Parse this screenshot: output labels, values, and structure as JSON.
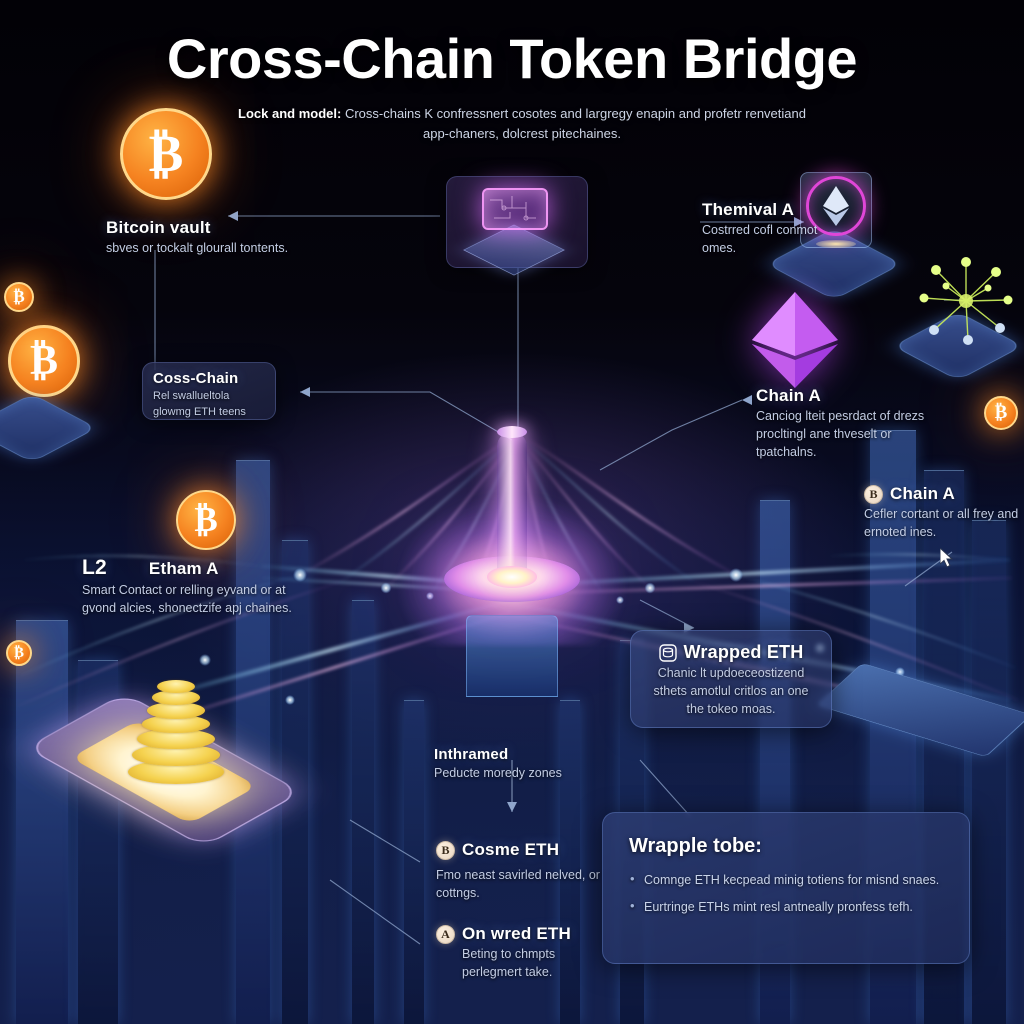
{
  "header": {
    "title": "Cross-Chain Token Bridge",
    "subtitle_lead": "Lock and model:",
    "subtitle_body": "Cross-chains K confressnert cosotes and largregy enapin and profetr renvetiand app-chaners, dolcrest pitechaines."
  },
  "callouts": {
    "bitcoin_vault": {
      "title": "Bitcoin vault",
      "body": "sbves or tockalt glourall tontents."
    },
    "coss_chain": {
      "title": "Coss-Chain",
      "body": "Rel swallueltola glowmg ETH teens"
    },
    "l2": {
      "title": "L2",
      "title_b": "Etham A",
      "body": "Smart Contact or relling eyvand or at gvond alcies, shonectzife apj chaines."
    },
    "themival": {
      "title": "Themival A",
      "body": "Costrred cofl conmot omes."
    },
    "chain_a_mid": {
      "title": "Chain A",
      "body": "Canciog lteit pesrdact of drezs procltingl ane thveselt or tpatchalns."
    },
    "chain_a_right": {
      "badge": "B",
      "title": "Chain A",
      "body": "Cefler cortant or all frey and ernoted ines."
    },
    "wrapped_eth": {
      "badge_icon": "coin-stack-icon",
      "title": "Wrapped ETH",
      "body": "Chanic lt updoeceostizend sthets amotlul critlos an one the tokeo moas."
    },
    "inthramed": {
      "title": "Inthramed",
      "body": "Peducte moredy zones"
    },
    "cosme_eth": {
      "badge": "B",
      "title": "Cosme ETH",
      "body": "Fmo neast savirled nelved, or cottngs."
    },
    "on_wred_eth": {
      "badge": "A",
      "title": "On wred ETH",
      "body": "Beting to chmpts perlegmert take."
    }
  },
  "panel": {
    "heading": "Wrapple tobe:",
    "bullets": [
      "Comnge ETH kecpead minig totiens for misnd snaes.",
      "Eurtringe ETHs mint resl antneally pronfess tefh."
    ]
  },
  "objects": {
    "btc_symbol": "₿",
    "vault_cube": "vault-cube-icon",
    "eth_diamond": "ethereum-diamond-icon",
    "eth_lock_platform": "ethereum-lock-platform-icon",
    "network_node": "network-node-icon",
    "gold_coin_stack": "gold-coin-stack-icon",
    "central_hub": "bridge-hub-icon"
  },
  "colors": {
    "accent_magenta": "#e08ce8",
    "accent_blue": "#5a9cf0",
    "bitcoin_orange": "#f58220",
    "ethereum_purple": "#a94ce0",
    "node_green": "#b8e84a",
    "panel_bg": "#2e3e74"
  }
}
